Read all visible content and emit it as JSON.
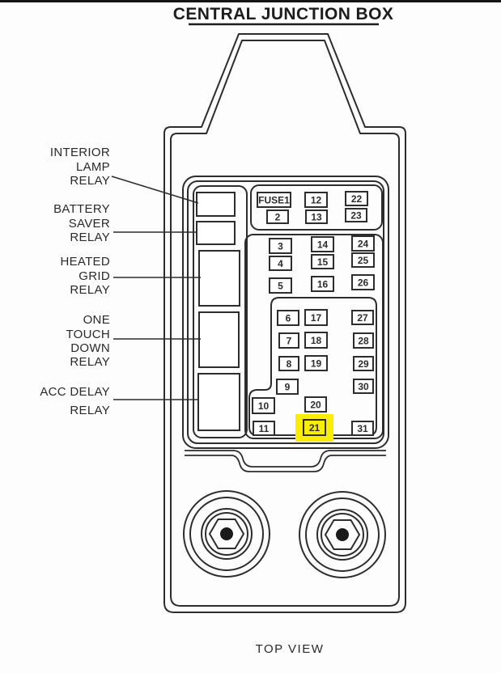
{
  "page": {
    "title": "CENTRAL JUNCTION BOX",
    "view_caption": "TOP VIEW"
  },
  "relays": [
    {
      "id": "interior-lamp-relay",
      "name": "INTERIOR LAMP RELAY",
      "lines": [
        "INTERIOR",
        "LAMP",
        "RELAY"
      ]
    },
    {
      "id": "battery-saver-relay",
      "name": "BATTERY SAVER RELAY",
      "lines": [
        "BATTERY",
        "SAVER",
        "RELAY"
      ]
    },
    {
      "id": "heated-grid-relay",
      "name": "HEATED GRID RELAY",
      "lines": [
        "HEATED",
        "GRID",
        "RELAY"
      ]
    },
    {
      "id": "one-touch-down-relay",
      "name": "ONE TOUCH DOWN RELAY",
      "lines": [
        "ONE",
        "TOUCH",
        "DOWN",
        "RELAY"
      ]
    },
    {
      "id": "acc-delay-relay",
      "name": "ACC DELAY RELAY",
      "lines": [
        "ACC DELAY",
        "RELAY"
      ]
    }
  ],
  "fuse_labels": {
    "1": "FUSE1",
    "2": "2",
    "3": "3",
    "4": "4",
    "5": "5",
    "6": "6",
    "7": "7",
    "8": "8",
    "9": "9",
    "10": "10",
    "11": "11",
    "12": "12",
    "13": "13",
    "14": "14",
    "15": "15",
    "16": "16",
    "17": "17",
    "18": "18",
    "19": "19",
    "20": "20",
    "21": "21",
    "22": "22",
    "23": "23",
    "24": "24",
    "25": "25",
    "26": "26",
    "27": "27",
    "28": "28",
    "29": "29",
    "30": "30",
    "31": "31"
  },
  "highlight": {
    "fuse": "21",
    "color": "#f7ee00"
  },
  "colors": {
    "line": "#2d2d2d",
    "background": "#ffffff"
  }
}
